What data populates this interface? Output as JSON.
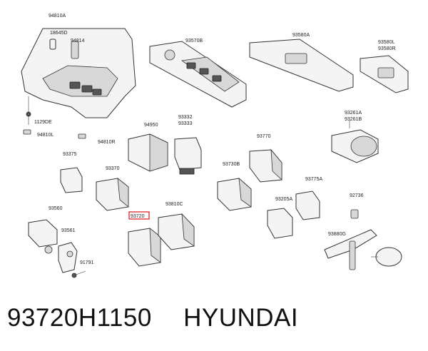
{
  "labels": {
    "l94810A": "94810A",
    "l18645D": "18645D",
    "l94814": "94814",
    "l1129DE": "1129DE",
    "l94810L": "94810L",
    "l94810R": "94810R",
    "l93570B": "93570B",
    "l93580A": "93580A",
    "l93580L": "93580L",
    "l93580R": "93580R",
    "l94950": "94950",
    "l93332": "93332",
    "l93333": "93333",
    "l93770": "93770",
    "l93261A": "93261A",
    "l93261B": "93261B",
    "l93375": "93375",
    "l93370": "93370",
    "l93730B": "93730B",
    "l93775A": "93775A",
    "l92736": "92736",
    "l93560": "93560",
    "l93720": "93720",
    "l93810C": "93810C",
    "l93205A": "93205A",
    "l93561": "93561",
    "l93880G": "93880G",
    "l91791": "91791"
  },
  "caption": {
    "part_number": "93720H1150",
    "brand": "HYUNDAI"
  },
  "colors": {
    "highlight": "#e0141e"
  }
}
